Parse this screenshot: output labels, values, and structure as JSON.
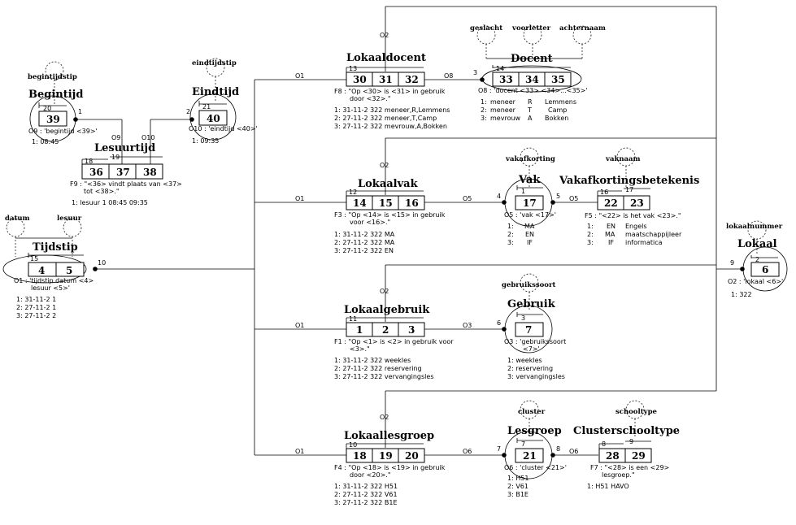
{
  "texts": {
    "begintijd": {
      "title": "Begintijd",
      "tag": "begintijdstip",
      "num": "20",
      "box": "39",
      "one": "1",
      "sent": "O9 : 'begintijd <39>'",
      "row1": "1:    08:45"
    },
    "eindtijd": {
      "title": "Eindtijd",
      "tag": "eindtijdstip",
      "num": "21",
      "box": "40",
      "two": "2",
      "sent": "O10 : 'eindtijd <40>'",
      "row1": "1:    09:35"
    },
    "lesuurtijd": {
      "title": "Lesuurtijd",
      "nums": [
        "18",
        "19"
      ],
      "boxes": [
        "36",
        "37",
        "38"
      ],
      "o9": "O9",
      "o10": "O10",
      "sent1": "F9 : \"<36> vindt plaats van <37>",
      "sent2": "tot <38>.\"",
      "row1": "1:  lesuur 1  08:45    09:35"
    },
    "tijdstip": {
      "title": "Tijdstip",
      "tag_datum": "datum",
      "tag_lesuur": "lesuur",
      "num": "15",
      "boxes": [
        "4",
        "5"
      ],
      "ten": "10",
      "sent1": "O1 : 'tijdstip datum <4>",
      "sent2": "lesuur <5>'",
      "rows": [
        "1:   31-11-2      1",
        "2:   27-11-2      1",
        "3:   27-11-2      2"
      ]
    },
    "lokaaldocent": {
      "title": "Lokaaldocent",
      "num": "13",
      "boxes": [
        "30",
        "31",
        "32"
      ],
      "sent1": "F8 : \"Op <30> is <31> in gebruik",
      "sent2": "door <32>.\"",
      "rows": [
        "1:  31-11-2   322    meneer,R,Lemmens",
        "2:  27-11-2   322    meneer,T,Camp",
        "3:  27-11-2   322    mevrouw,A,Bokken"
      ],
      "o1": "O1",
      "o2": "O2",
      "o8": "O8"
    },
    "docent": {
      "title": "Docent",
      "tags": [
        "geslacht",
        "voorletter",
        "achternaam"
      ],
      "num": "14",
      "boxes": [
        "33",
        "34",
        "35"
      ],
      "three": "3",
      "sent": "O8 : 'docent <33> <34>...<35>'",
      "rows": [
        [
          "1:",
          "meneer",
          "R",
          "Lemmens"
        ],
        [
          "2:",
          "meneer",
          "T",
          "Camp"
        ],
        [
          "3:",
          "mevrouw",
          "A",
          "Bokken"
        ]
      ]
    },
    "lokaalvak": {
      "title": "Lokaalvak",
      "num": "12",
      "boxes": [
        "14",
        "15",
        "16"
      ],
      "sent1": "F3 : \"Op <14> is <15> in gebruik",
      "sent2": "voor <16>.\"",
      "rows": [
        "1:  31-11-2   322        MA",
        "2:  27-11-2   322        MA",
        "3:  27-11-2   322        EN"
      ],
      "o1": "O1",
      "o2": "O2",
      "o5": "O5"
    },
    "vak": {
      "title": "Vak",
      "tag": "vakafkorting",
      "num": "1",
      "box": "17",
      "four": "4",
      "five": "5",
      "sent": "O5 : 'vak <17>'",
      "rows": [
        [
          "1:",
          "MA"
        ],
        [
          "2:",
          "EN"
        ],
        [
          "3:",
          "IF"
        ]
      ]
    },
    "vakafk": {
      "title": "Vakafkortingsbetekenis",
      "tag": "vaknaam",
      "nums": [
        "16",
        "17"
      ],
      "boxes": [
        "22",
        "23"
      ],
      "o5": "O5",
      "sent": "F5 : \"<22> is het vak <23>.\"",
      "rows": [
        [
          "1:",
          "EN",
          "Engels"
        ],
        [
          "2:",
          "MA",
          "maatschappijleer"
        ],
        [
          "3:",
          "IF",
          "informatica"
        ]
      ]
    },
    "lokaal": {
      "title": "Lokaal",
      "tag": "lokaalnummer",
      "num": "2",
      "box": "6",
      "nine": "9",
      "sent": "O2 : 'lokaal <6>'",
      "row1": "1:       322"
    },
    "lokaalgebruik": {
      "title": "Lokaalgebruik",
      "num": "11",
      "boxes": [
        "1",
        "2",
        "3"
      ],
      "sent1": "F1 : \"Op <1> is <2> in gebruik voor",
      "sent2": "<3>.\"",
      "rows": [
        "1:  31-11-2   322    weekles",
        "2:  27-11-2   322    reservering",
        "3:  27-11-2   322    vervangingsles"
      ],
      "o1": "O1",
      "o2": "O2",
      "o3": "O3"
    },
    "gebruik": {
      "title": "Gebruik",
      "tag": "gebruikssoort",
      "num": "3",
      "box": "7",
      "six": "6",
      "sent1": "O3 : 'gebruikssoort",
      "sent2": "<7>'",
      "rows": [
        "1:   weekles",
        "2:   reservering",
        "3:   vervangingsles"
      ]
    },
    "lokaallesgroep": {
      "title": "Lokaallesgroep",
      "num": "10",
      "boxes": [
        "18",
        "19",
        "20"
      ],
      "sent1": "F4 : \"Op <18> is <19> in gebruik",
      "sent2": "door <20>.\"",
      "rows": [
        "1:  31-11-2   322        H51",
        "2:  27-11-2   322        V61",
        "3:  27-11-2   322        B1E"
      ],
      "o1": "O1",
      "o2": "O2",
      "o6": "O6"
    },
    "lesgroep": {
      "title": "Lesgroep",
      "tag": "cluster",
      "num": "7",
      "box": "21",
      "seven": "7",
      "eight": "8",
      "sent": "O6 : 'cluster <21>'",
      "rows": [
        "1:    H51",
        "2:    V61",
        "3:    B1E"
      ]
    },
    "clusterschooltype": {
      "title": "Clusterschooltype",
      "tag": "schooltype",
      "nums": [
        "8",
        "9"
      ],
      "boxes": [
        "28",
        "29"
      ],
      "o6": "O6",
      "sent1": "F7 : \"<28> is een <29>",
      "sent2": "lesgroep.\"",
      "row1": "1:     H51    HAVO"
    }
  }
}
